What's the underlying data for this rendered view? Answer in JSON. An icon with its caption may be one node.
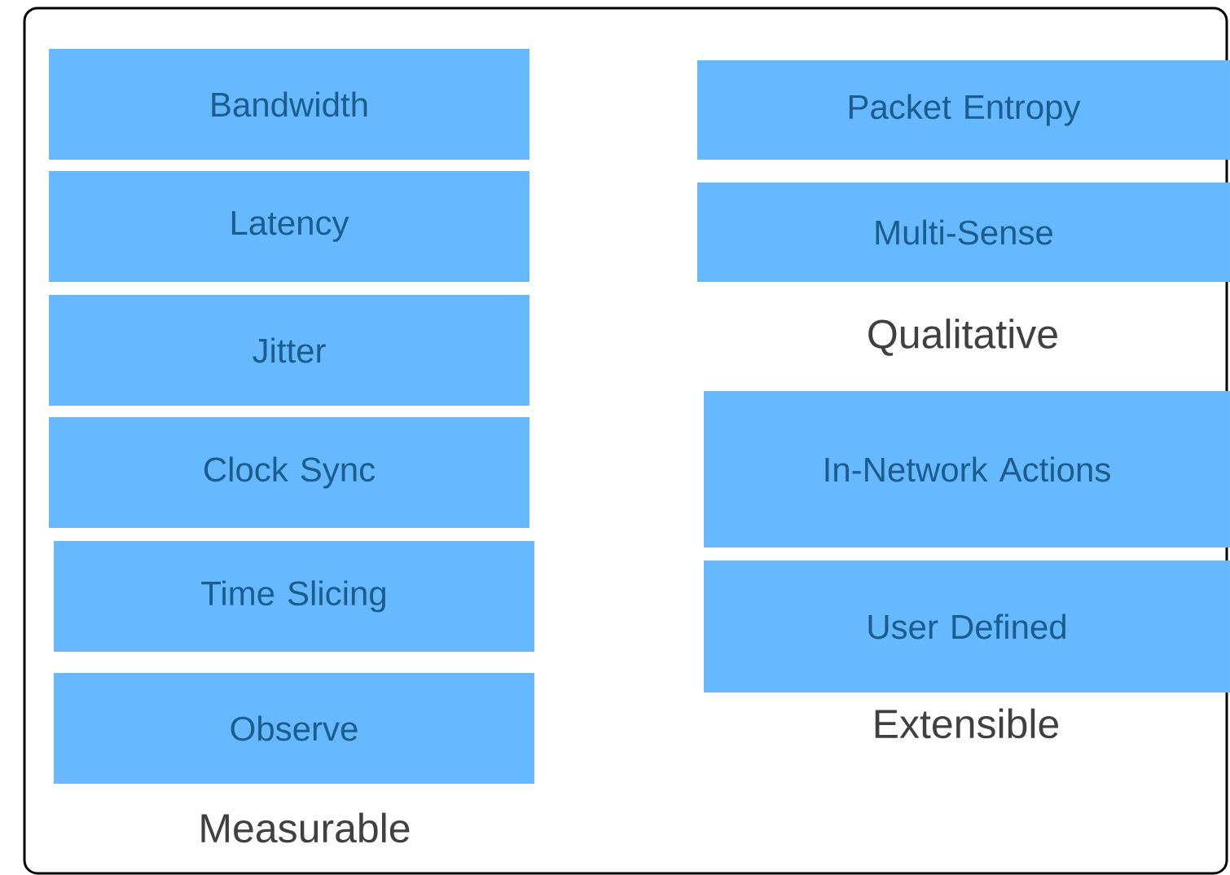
{
  "diagram": {
    "nodes": [
      {
        "text": [
          "Bandwidth"
        ]
      },
      {
        "text": [
          "Latency"
        ]
      },
      {
        "text": [
          "Jitter"
        ]
      },
      {
        "text": [
          "Clock Sync"
        ]
      },
      {
        "text": [
          "Time Slicing"
        ]
      },
      {
        "text": [
          "Observe"
        ]
      },
      {
        "text": [
          "Packet Entropy"
        ]
      },
      {
        "text": [
          "Multi-Sense"
        ]
      },
      {
        "text": [
          "In-Network Actions"
        ]
      },
      {
        "text": [
          "User Defined"
        ]
      }
    ],
    "labels": [
      "Measurable",
      "Qualitative",
      "Extensible"
    ]
  }
}
